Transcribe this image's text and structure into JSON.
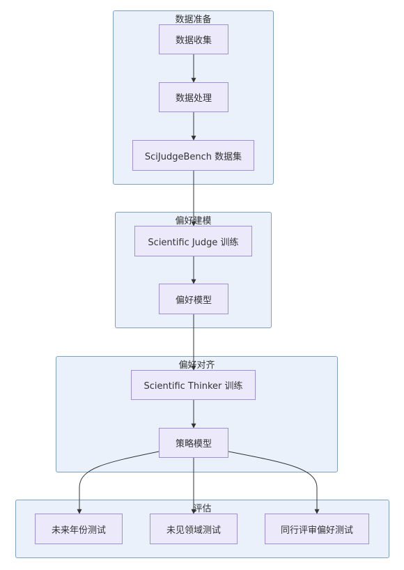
{
  "clusters": {
    "prep": "数据准备",
    "pref_model": "偏好建模",
    "align": "偏好对齐",
    "eval": "评估"
  },
  "nodes": {
    "collect": "数据收集",
    "process": "数据处理",
    "bench": "SciJudgeBench 数据集",
    "judge_train": "Scientific Judge 训练",
    "pref_model": "偏好模型",
    "thinker_train": "Scientific Thinker 训练",
    "policy": "策略模型",
    "future_year": "未来年份测试",
    "unseen_domain": "未见领域测试",
    "peer_review": "同行评审偏好测试"
  },
  "colors": {
    "cluster_fill": "#eaf1fb",
    "cluster_border": "#7f9fbf",
    "node_fill": "#ece9fb",
    "node_border": "#9f8fd6",
    "edge": "#333333"
  }
}
